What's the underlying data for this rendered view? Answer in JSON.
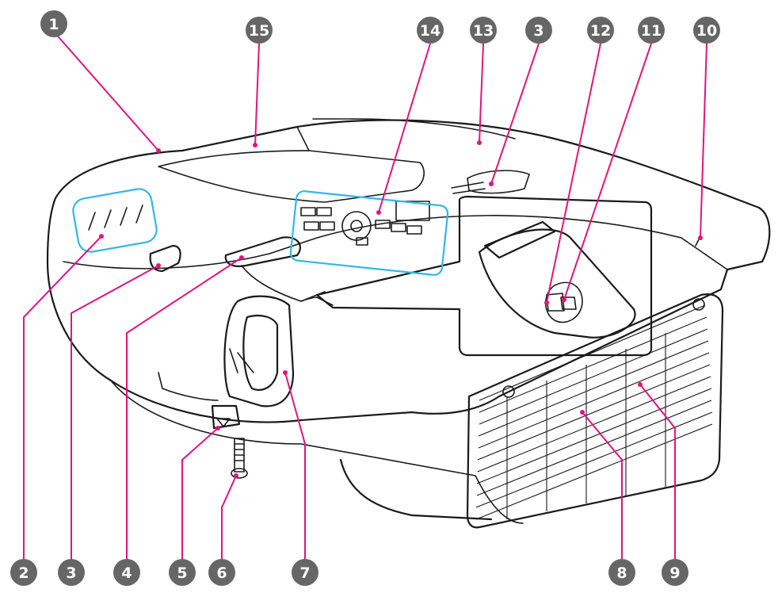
{
  "callouts": [
    {
      "id": "1",
      "label": "1"
    },
    {
      "id": "2",
      "label": "2"
    },
    {
      "id": "3a",
      "label": "3"
    },
    {
      "id": "4",
      "label": "4"
    },
    {
      "id": "5",
      "label": "5"
    },
    {
      "id": "6",
      "label": "6"
    },
    {
      "id": "7",
      "label": "7"
    },
    {
      "id": "8",
      "label": "8"
    },
    {
      "id": "9",
      "label": "9"
    },
    {
      "id": "10",
      "label": "10"
    },
    {
      "id": "11",
      "label": "11"
    },
    {
      "id": "12",
      "label": "12"
    },
    {
      "id": "3b",
      "label": "3"
    },
    {
      "id": "13",
      "label": "13"
    },
    {
      "id": "14",
      "label": "14"
    },
    {
      "id": "15",
      "label": "15"
    }
  ],
  "colors": {
    "callout_badge": "#666666",
    "callout_line": "#e0157a",
    "highlight": "#33b7e6",
    "outline": "#1a1a1a"
  },
  "icons": [
    "projector-body-illustration",
    "lens-icon",
    "air-filter-grill-icon",
    "control-panel-icon",
    "adjustable-foot-icon"
  ]
}
